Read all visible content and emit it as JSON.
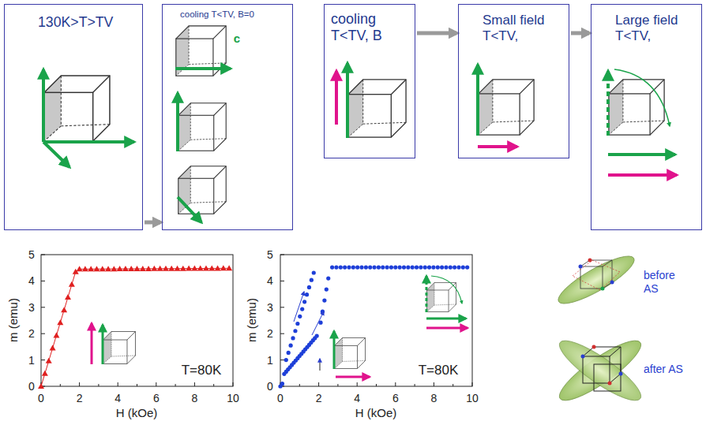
{
  "diagram": {
    "nodes": [
      {
        "text": [
          "130K>T>TV"
        ]
      },
      {
        "text": [
          "cooling T<TV, B=0"
        ]
      },
      {
        "text": [
          "cooling T<TV, B"
        ]
      },
      {
        "text": [
          "Small field T<TV,"
        ]
      },
      {
        "text": [
          "Large field T<TV,"
        ]
      }
    ],
    "edges": [
      {
        "from": 0,
        "to": 1,
        "arrow": "to"
      },
      {
        "from": 2,
        "to": 3,
        "arrow": "to"
      },
      {
        "from": 3,
        "to": 4,
        "arrow": "to"
      }
    ],
    "labels": [
      "c",
      "5",
      "4",
      "3",
      "2",
      "1",
      "0",
      "m (emu)",
      "0",
      "2",
      "4",
      "6",
      "8",
      "10",
      "H (kOe)",
      "T=80K",
      "5",
      "4",
      "3",
      "2",
      "1",
      "0",
      "m (emu)",
      "0",
      "2",
      "4",
      "6",
      "8",
      "10",
      "H (kOe)",
      "T=80K",
      "before AS",
      "after AS"
    ]
  }
}
